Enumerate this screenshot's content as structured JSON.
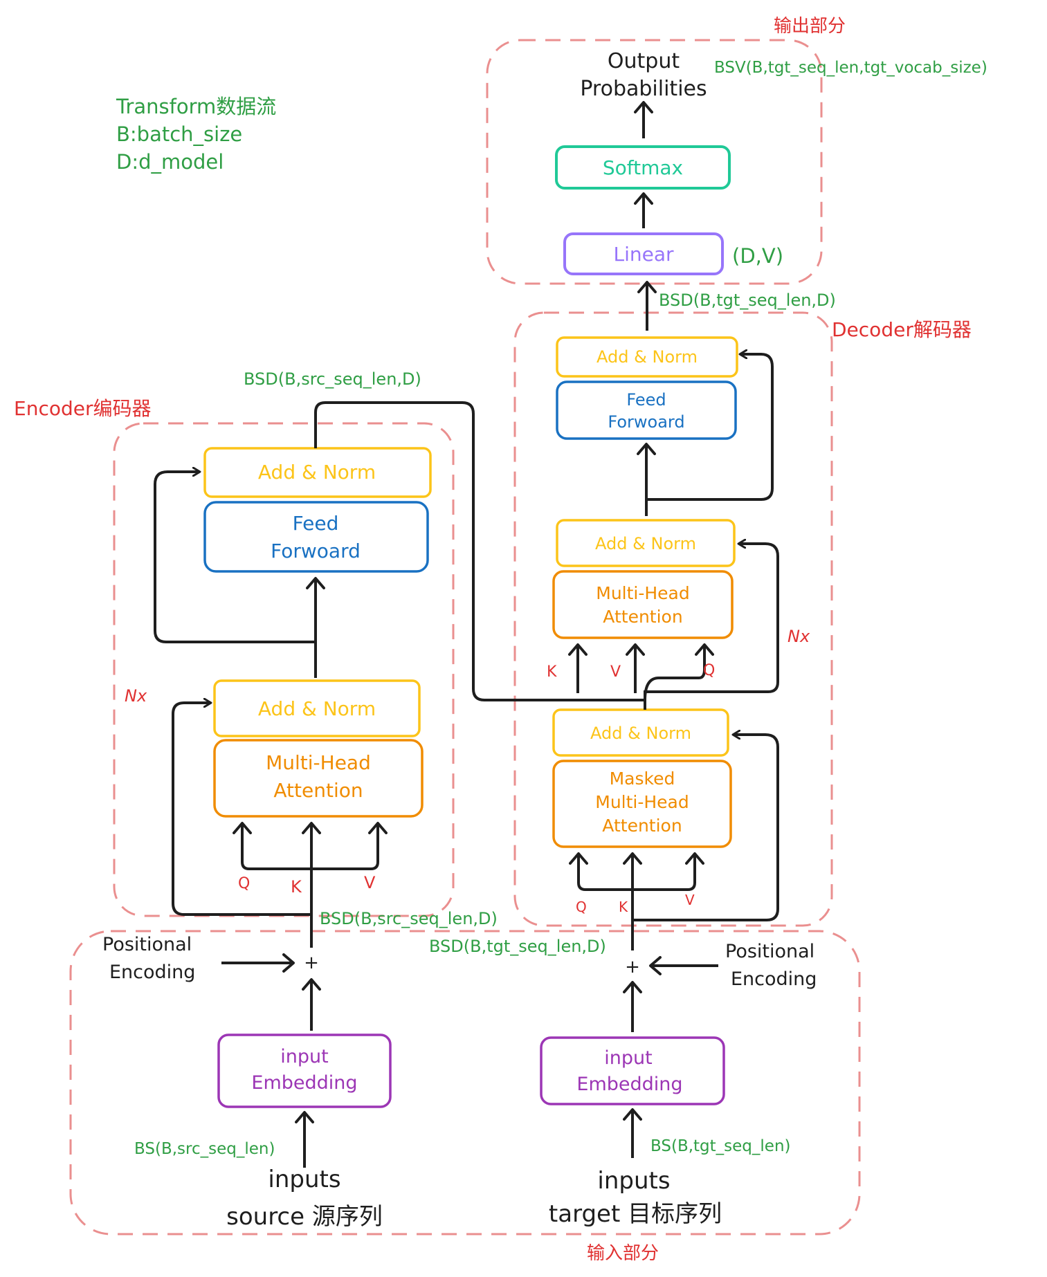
{
  "header_notes": {
    "line1": "Transform数据流",
    "line2": "B:batch_size",
    "line3": "D:d_model"
  },
  "regions": {
    "output": "输出部分",
    "decoder": "Decoder解码器",
    "encoder": "Encoder编码器",
    "input": "输入部分"
  },
  "output_part": {
    "output_label_line1": "Output",
    "output_label_line2": "Probabilities",
    "bsv_shape": "BSV(B,tgt_seq_len,tgt_vocab_size)",
    "softmax": "Softmax",
    "linear": "Linear",
    "linear_shape": "(D,V)",
    "decoder_out_shape": "BSD(B,tgt_seq_len,D)"
  },
  "encoder": {
    "out_shape": "BSD(B,src_seq_len,D)",
    "add_norm_top": "Add & Norm",
    "feed_forward_line1": "Feed",
    "feed_forward_line2": "Forwoard",
    "add_norm_bottom": "Add & Norm",
    "mha_line1": "Multi-Head",
    "mha_line2": "Attention",
    "q": "Q",
    "k": "K",
    "v": "V",
    "nx": "Nx",
    "in_shape": "BSD(B,src_seq_len,D)"
  },
  "decoder": {
    "add_norm_top": "Add & Norm",
    "feed_forward_line1": "Feed",
    "feed_forward_line2": "Forwoard",
    "add_norm_mid": "Add & Norm",
    "mha_line1": "Multi-Head",
    "mha_line2": "Attention",
    "cross_k": "K",
    "cross_v": "V",
    "cross_q": "Q",
    "nx": "Nx",
    "add_norm_bottom": "Add & Norm",
    "masked_line1": "Masked",
    "masked_line2": "Multi-Head",
    "masked_line3": "Attention",
    "q": "Q",
    "k": "K",
    "v": "V",
    "in_shape": "BSD(B,tgt_seq_len,D)"
  },
  "inputs": {
    "pos_enc_left_line1": "Positional",
    "pos_enc_left_line2": "Encoding",
    "pos_enc_right_line1": "Positional",
    "pos_enc_right_line2": "Encoding",
    "plus_left": "+",
    "plus_right": "+",
    "embed_left_line1": "input",
    "embed_left_line2": "Embedding",
    "embed_right_line1": "input",
    "embed_right_line2": "Embedding",
    "src_shape": "BS(B,src_seq_len)",
    "tgt_shape": "BS(B,tgt_seq_len)",
    "src_line1": "inputs",
    "src_line2": "source 源序列",
    "tgt_line1": "inputs",
    "tgt_line2": "target 目标序列"
  },
  "colors": {
    "region_border": "#ea8f8f",
    "region_label": "#e03131",
    "shape_text": "#2f9e44",
    "add_norm": "#fcc419",
    "feed_forward": "#1971c2",
    "attention": "#f08c00",
    "softmax": "#20c997",
    "linear": "#9775fa",
    "embedding": "#9c36b5"
  }
}
